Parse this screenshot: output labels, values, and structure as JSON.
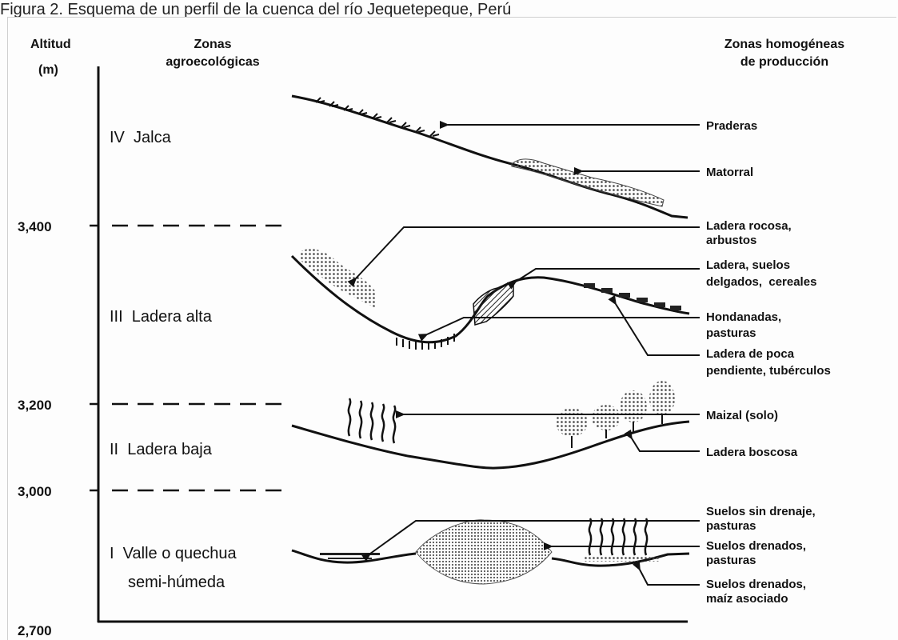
{
  "caption": "Figura 2. Esquema de un perfil de la cuenca del río Jequetepeque, Perú",
  "headers": {
    "altitude": [
      "Altitud",
      "(m)"
    ],
    "agro": [
      "Zonas",
      "agroecológicas"
    ],
    "homog": [
      "Zonas homogéneas",
      "de producción"
    ]
  },
  "altitudes": [
    "3,400",
    "3,200",
    "3,000",
    "2,700"
  ],
  "zones": {
    "z4": [
      "IV  Jalca"
    ],
    "z3": [
      "III  Ladera alta"
    ],
    "z2": [
      "II  Ladera baja"
    ],
    "z1": [
      "I  Valle o quechua",
      "semi-húmeda"
    ]
  },
  "production": {
    "praderas": [
      "Praderas"
    ],
    "matorral": [
      "Matorral"
    ],
    "ladera_rocosa": [
      "Ladera rocosa,",
      "arbustos"
    ],
    "ladera_suelos": [
      "Ladera, suelos",
      "delgados,  cereales"
    ],
    "hondanadas": [
      "Hondanadas,",
      "pasturas"
    ],
    "ladera_poca": [
      "Ladera de poca",
      "pendiente, tubérculos"
    ],
    "maizal": [
      "Maizal (solo)"
    ],
    "ladera_boscosa": [
      "Ladera boscosa"
    ],
    "sin_drenaje": [
      "Suelos sin drenaje,",
      "pasturas"
    ],
    "drenados_past": [
      "Suelos drenados,",
      "pasturas"
    ],
    "drenados_maiz": [
      "Suelos drenados,",
      "maíz asociado"
    ]
  },
  "colors": {
    "ink": "#111111",
    "pattern": "#555555"
  }
}
